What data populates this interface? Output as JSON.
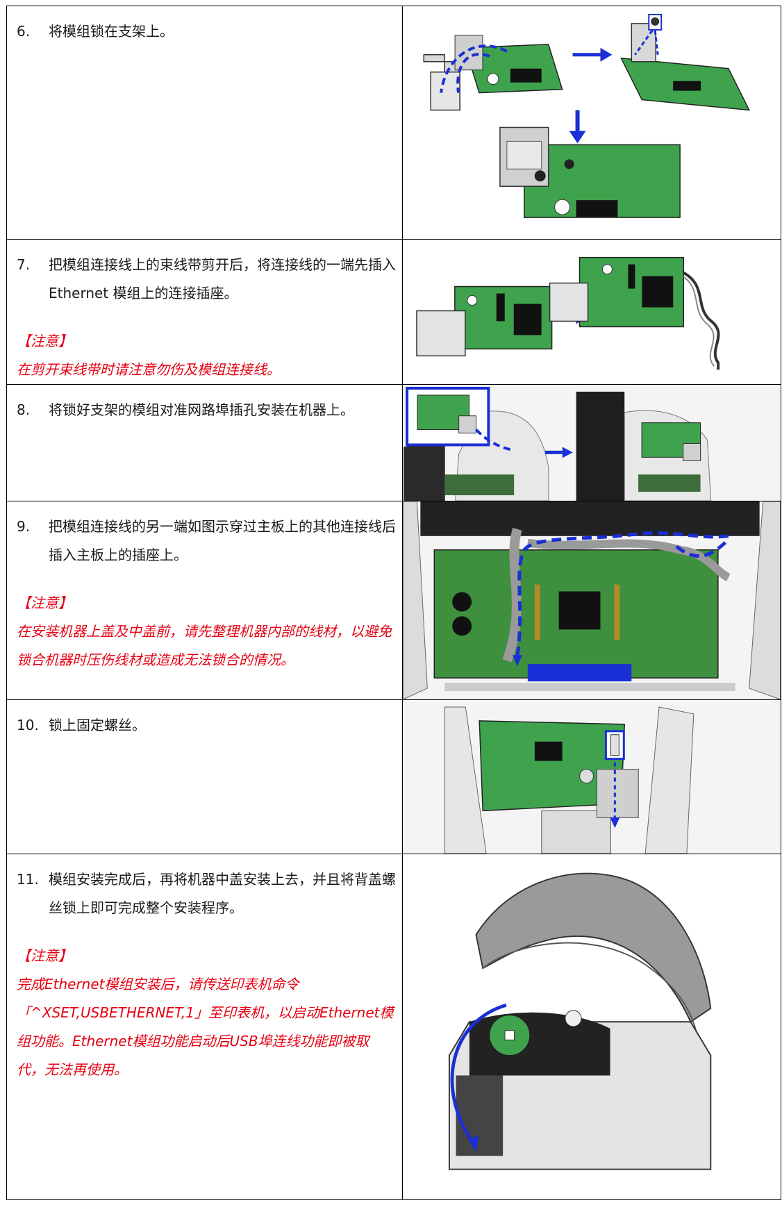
{
  "steps": [
    {
      "num": "6.",
      "text": "将模组锁在支架上。"
    },
    {
      "num": "7.",
      "text": "把模组连接线上的束线带剪开后，将连接线的一端先插入 Ethernet 模组上的连接插座。",
      "note_title": "【注意】",
      "note": "在剪开束线带时请注意勿伤及模组连接线。"
    },
    {
      "num": "8.",
      "text": "将锁好支架的模组对准网路埠插孔安装在机器上。"
    },
    {
      "num": "9.",
      "text": "把模组连接线的另一端如图示穿过主板上的其他连接线后插入主板上的插座上。",
      "note_title": "【注意】",
      "note": "在安装机器上盖及中盖前，请先整理机器内部的线材，以避免锁合机器时压伤线材或造成无法锁合的情况。"
    },
    {
      "num": "10.",
      "text": "锁上固定螺丝。"
    },
    {
      "num": "11.",
      "text": "模组安装完成后，再将机器中盖安装上去，并且将背盖螺丝锁上即可完成整个安装程序。",
      "note_title": "【注意】",
      "note": "完成Ethernet模组安装后，请传送印表机命令「^XSET,USBETHERNET,1」至印表机，以启动Ethernet模组功能。Ethernet模组功能启动后USB埠连线功能即被取代，无法再使用。"
    }
  ],
  "colors": {
    "note": "#e60012",
    "pcb": "#3fa34d",
    "arrow": "#1a2fd6"
  }
}
